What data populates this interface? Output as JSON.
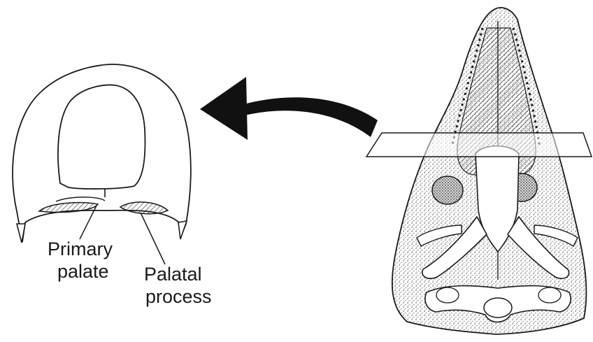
{
  "labels": {
    "primary_palate_line1": "Primary",
    "primary_palate_line2": "palate",
    "palatal_process_line1": "Palatal",
    "palatal_process_line2": "process"
  },
  "colors": {
    "ink": "#1a1a1a",
    "background": "#ffffff",
    "stipple": "#9a9a9a"
  },
  "icons": {
    "arrow": "curved-arrow-left",
    "skull": "skull-ventral-view"
  }
}
